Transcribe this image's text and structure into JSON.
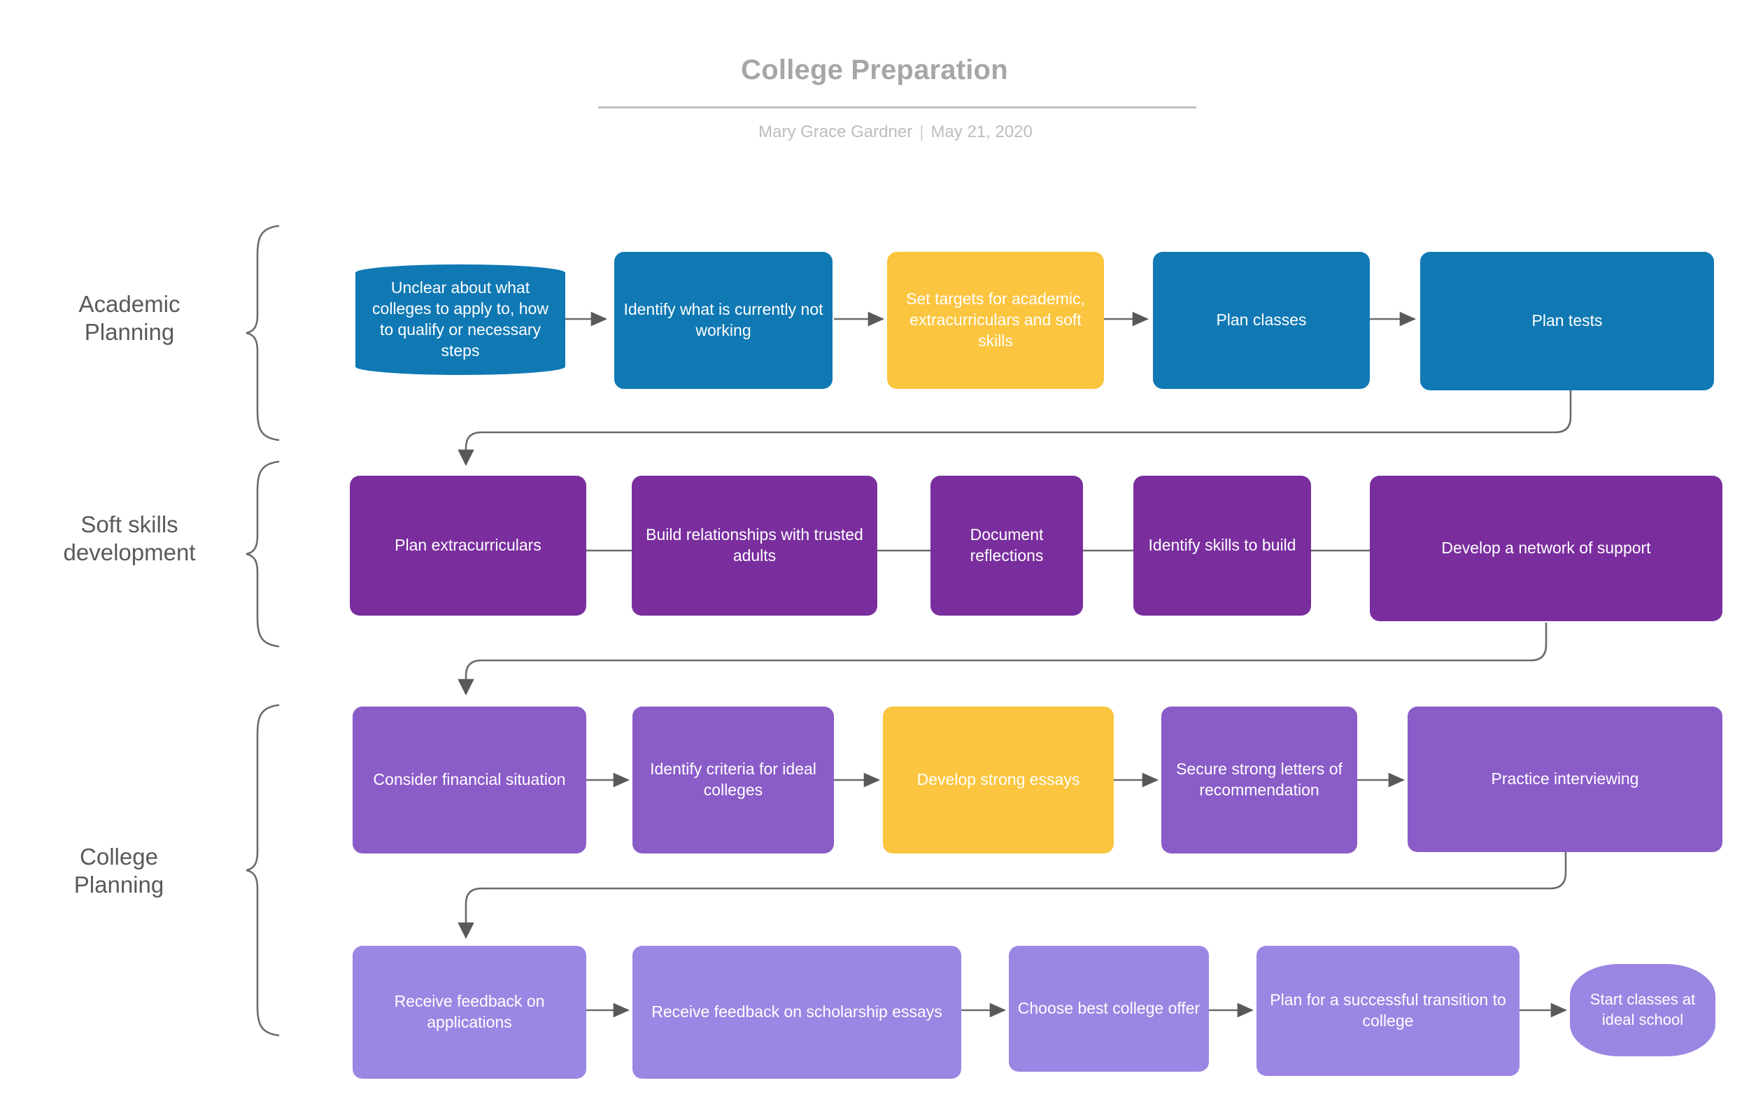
{
  "header": {
    "title": "College Preparation",
    "author": "Mary Grace Gardner",
    "separator": "|",
    "date": "May 21, 2020"
  },
  "colors": {
    "blue": "#1079b4",
    "yellow": "#fbc540",
    "purple_dark": "#7a2e9e",
    "purple_mid": "#8a5cc8",
    "purple_light": "#9b86e3",
    "connector": "#595959",
    "title_gray": "#a6a6a6",
    "byline_gray": "#bdbdbd",
    "lane_label_gray": "#595959"
  },
  "lanes": [
    {
      "id": "academic-planning",
      "label": "Academic\nPlanning"
    },
    {
      "id": "soft-skills-development",
      "label": "Soft skills\ndevelopment"
    },
    {
      "id": "college-planning",
      "label": "College\nPlanning"
    }
  ],
  "chart_data": {
    "type": "flowchart",
    "title": "College Preparation",
    "orientation": "left-to-right, row-wrapped",
    "lanes": [
      "Academic Planning",
      "Soft skills development",
      "College Planning"
    ],
    "nodes": [
      {
        "id": "n1",
        "label": "Unclear about what colleges to apply to, how to qualify or necessary steps",
        "lane": "Academic Planning",
        "row": 1,
        "shape": "pill",
        "color": "#1079b4"
      },
      {
        "id": "n2",
        "label": "Identify what is currently not working",
        "lane": "Academic Planning",
        "row": 1,
        "shape": "rect",
        "color": "#1079b4"
      },
      {
        "id": "n3",
        "label": "Set targets for academic, extracurriculars and soft skills",
        "lane": "Academic Planning",
        "row": 1,
        "shape": "rect",
        "color": "#fbc540"
      },
      {
        "id": "n4",
        "label": "Plan classes",
        "lane": "Academic Planning",
        "row": 1,
        "shape": "rect",
        "color": "#1079b4"
      },
      {
        "id": "n5",
        "label": "Plan tests",
        "lane": "Academic Planning",
        "row": 1,
        "shape": "rect",
        "color": "#1079b4"
      },
      {
        "id": "n6",
        "label": "Plan extracurriculars",
        "lane": "Soft skills development",
        "row": 2,
        "shape": "rect",
        "color": "#7a2e9e"
      },
      {
        "id": "n7",
        "label": "Build relationships with trusted adults",
        "lane": "Soft skills development",
        "row": 2,
        "shape": "rect",
        "color": "#7a2e9e"
      },
      {
        "id": "n8",
        "label": "Document reflections",
        "lane": "Soft skills development",
        "row": 2,
        "shape": "rect",
        "color": "#7a2e9e"
      },
      {
        "id": "n9",
        "label": "Identify skills to build",
        "lane": "Soft skills development",
        "row": 2,
        "shape": "rect",
        "color": "#7a2e9e"
      },
      {
        "id": "n10",
        "label": "Develop a network of support",
        "lane": "Soft skills development",
        "row": 2,
        "shape": "rect",
        "color": "#7a2e9e"
      },
      {
        "id": "n11",
        "label": "Consider financial situation",
        "lane": "College Planning",
        "row": 3,
        "shape": "rect",
        "color": "#8a5cc8"
      },
      {
        "id": "n12",
        "label": "Identify criteria for ideal colleges",
        "lane": "College Planning",
        "row": 3,
        "shape": "rect",
        "color": "#8a5cc8"
      },
      {
        "id": "n13",
        "label": "Develop strong essays",
        "lane": "College Planning",
        "row": 3,
        "shape": "rect",
        "color": "#fbc540"
      },
      {
        "id": "n14",
        "label": "Secure strong letters of recommendation",
        "lane": "College Planning",
        "row": 3,
        "shape": "rect",
        "color": "#8a5cc8"
      },
      {
        "id": "n15",
        "label": "Practice interviewing",
        "lane": "College Planning",
        "row": 3,
        "shape": "rect",
        "color": "#8a5cc8"
      },
      {
        "id": "n16",
        "label": "Receive feedback on applications",
        "lane": "College Planning",
        "row": 4,
        "shape": "rect",
        "color": "#9b86e3"
      },
      {
        "id": "n17",
        "label": "Receive feedback on scholarship essays",
        "lane": "College Planning",
        "row": 4,
        "shape": "rect",
        "color": "#9b86e3"
      },
      {
        "id": "n18",
        "label": "Choose best college offer",
        "lane": "College Planning",
        "row": 4,
        "shape": "rect",
        "color": "#9b86e3"
      },
      {
        "id": "n19",
        "label": "Plan for a successful transition to college",
        "lane": "College Planning",
        "row": 4,
        "shape": "rect",
        "color": "#9b86e3"
      },
      {
        "id": "n20",
        "label": "Start classes at ideal school",
        "lane": "College Planning",
        "row": 4,
        "shape": "terminal",
        "color": "#9b86e3"
      }
    ],
    "edges": [
      {
        "from": "n1",
        "to": "n2",
        "arrow": true
      },
      {
        "from": "n2",
        "to": "n3",
        "arrow": true
      },
      {
        "from": "n3",
        "to": "n4",
        "arrow": true
      },
      {
        "from": "n4",
        "to": "n5",
        "arrow": true
      },
      {
        "from": "n5",
        "to": "n6",
        "arrow": true,
        "style": "wrap"
      },
      {
        "from": "n6",
        "to": "n7",
        "arrow": false
      },
      {
        "from": "n7",
        "to": "n8",
        "arrow": false
      },
      {
        "from": "n8",
        "to": "n9",
        "arrow": false
      },
      {
        "from": "n9",
        "to": "n10",
        "arrow": false
      },
      {
        "from": "n10",
        "to": "n11",
        "arrow": true,
        "style": "wrap"
      },
      {
        "from": "n11",
        "to": "n12",
        "arrow": true
      },
      {
        "from": "n12",
        "to": "n13",
        "arrow": true
      },
      {
        "from": "n13",
        "to": "n14",
        "arrow": true
      },
      {
        "from": "n14",
        "to": "n15",
        "arrow": true
      },
      {
        "from": "n15",
        "to": "n16",
        "arrow": true,
        "style": "wrap"
      },
      {
        "from": "n16",
        "to": "n17",
        "arrow": true
      },
      {
        "from": "n17",
        "to": "n18",
        "arrow": true
      },
      {
        "from": "n18",
        "to": "n19",
        "arrow": true
      },
      {
        "from": "n19",
        "to": "n20",
        "arrow": true
      }
    ]
  }
}
